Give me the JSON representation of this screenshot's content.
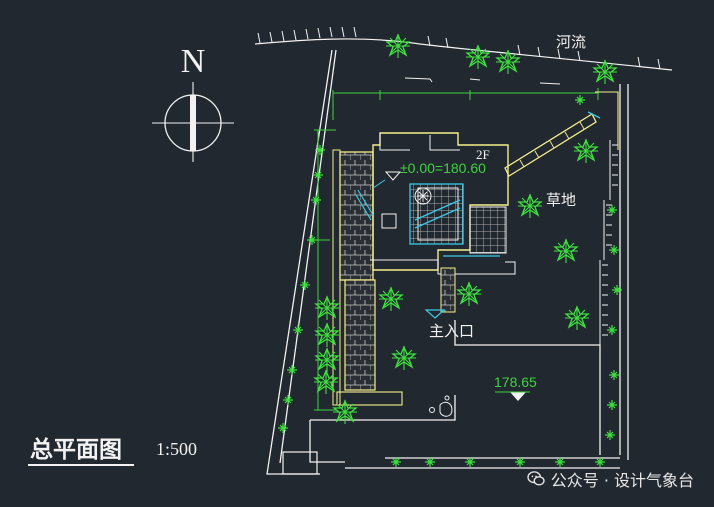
{
  "drawing": {
    "north_label": "N",
    "river_label": "河流",
    "grass_label": "草地",
    "floor_label": "2F",
    "elevation_level": "±0.00=180.60",
    "entrance_label": "主入口",
    "spot_elevation": "178.65",
    "title": "总平面图",
    "scale": "1:500"
  },
  "watermark": {
    "text": "公众号 · 设计气象台",
    "icon": "wechat-icon"
  },
  "colors": {
    "background": "#212830",
    "line_white": "#f2f2f2",
    "wall_yellow": "#f5f08a",
    "dim_green": "#3ed23e",
    "cyan": "#39c9e6",
    "tree_green": "#3ee23e"
  }
}
